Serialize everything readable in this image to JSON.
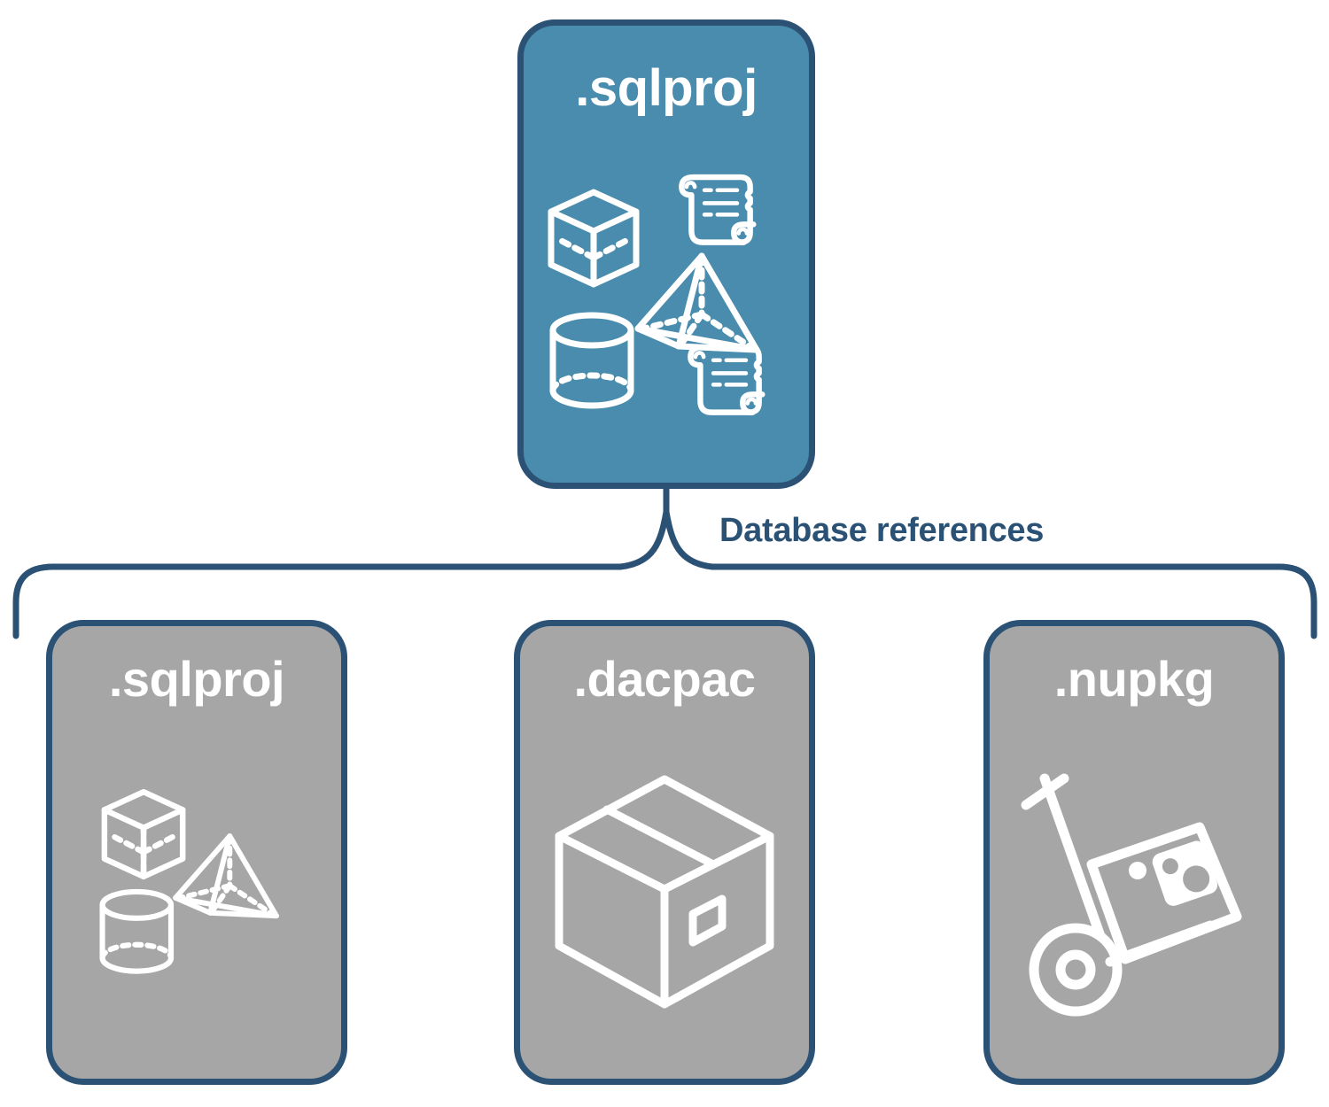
{
  "diagram": {
    "title": "Database references",
    "colors": {
      "primary_fill": "#4a8cad",
      "secondary_fill": "#a6a6a6",
      "stroke": "#2b5275",
      "icon": "#ffffff",
      "background": "#ffffff"
    }
  },
  "root_node": {
    "label": ".sqlproj",
    "fill": "primary",
    "icons": [
      "cube-icon",
      "scroll-icon",
      "pyramid-icon",
      "cylinder-icon",
      "scroll-icon"
    ]
  },
  "connector": {
    "label": "Database references",
    "style": "curly-brace",
    "branch_count": 3
  },
  "child_nodes": [
    {
      "label": ".sqlproj",
      "fill": "secondary",
      "icons": [
        "cube-icon",
        "pyramid-icon",
        "cylinder-icon"
      ]
    },
    {
      "label": ".dacpac",
      "fill": "secondary",
      "icons": [
        "package-box-icon"
      ]
    },
    {
      "label": ".nupkg",
      "fill": "secondary",
      "icons": [
        "hand-truck-icon",
        "nuget-package-icon"
      ]
    }
  ]
}
